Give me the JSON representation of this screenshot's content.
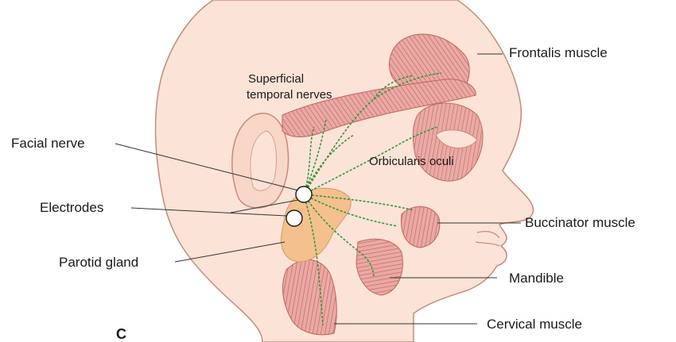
{
  "panel_letter": "C",
  "labels": {
    "frontalis": "Frontalis muscle",
    "superficial_temporal_line1": "Superficial",
    "superficial_temporal_line2": "temporal nerves",
    "facial_nerve": "Facial nerve",
    "orbicularis_oculi": "Orbicularis oculi",
    "electrodes": "Electrodes",
    "buccinator": "Buccinator muscle",
    "parotid_gland": "Parotid gland",
    "mandible": "Mandible",
    "cervical": "Cervical muscle"
  },
  "colors": {
    "skin": "#fbe3d8",
    "skin_outline": "#c98b78",
    "muscle": "#e9a9a4",
    "muscle_stripe": "#c4625d",
    "nerve": "#2e9a3c",
    "gland": "#f3c08e",
    "electrode": "#ffffff"
  }
}
